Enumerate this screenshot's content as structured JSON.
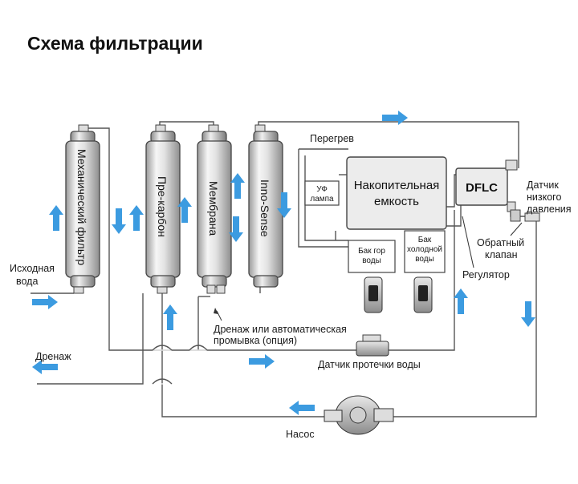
{
  "title": "Схема фильтрации",
  "colors": {
    "arrow": "#3c9be0",
    "pipe": "#555555",
    "cartridge_light": "#f4f4f4",
    "cartridge_dark": "#b8b8b8"
  },
  "cartridges": [
    {
      "label": "Механический фильтр"
    },
    {
      "label": "Пре-карбон"
    },
    {
      "label": "Мембрана"
    },
    {
      "label": "Inno-Sense"
    }
  ],
  "labels": {
    "source_water_1": "Исходная",
    "source_water_2": "вода",
    "drain": "Дренаж",
    "drain_flush_1": "Дренаж или автоматическая",
    "drain_flush_2": "промывка (опция)",
    "leak_sensor": "Датчик протечки воды",
    "pump": "Насос",
    "regulator": "Регулятор",
    "check_valve_1": "Обратный",
    "check_valve_2": "клапан",
    "low_pressure_1": "Датчик",
    "low_pressure_2": "низкого",
    "low_pressure_3": "давления",
    "overheat": "Перегрев",
    "uv_lamp_1": "УФ",
    "uv_lamp_2": "лампа",
    "storage_tank_1": "Накопительная",
    "storage_tank_2": "емкость",
    "hot_tank_1": "Бак гор",
    "hot_tank_2": "воды",
    "cold_tank_1": "Бак",
    "cold_tank_2": "холодной",
    "cold_tank_3": "воды",
    "dflc": "DFLC"
  }
}
